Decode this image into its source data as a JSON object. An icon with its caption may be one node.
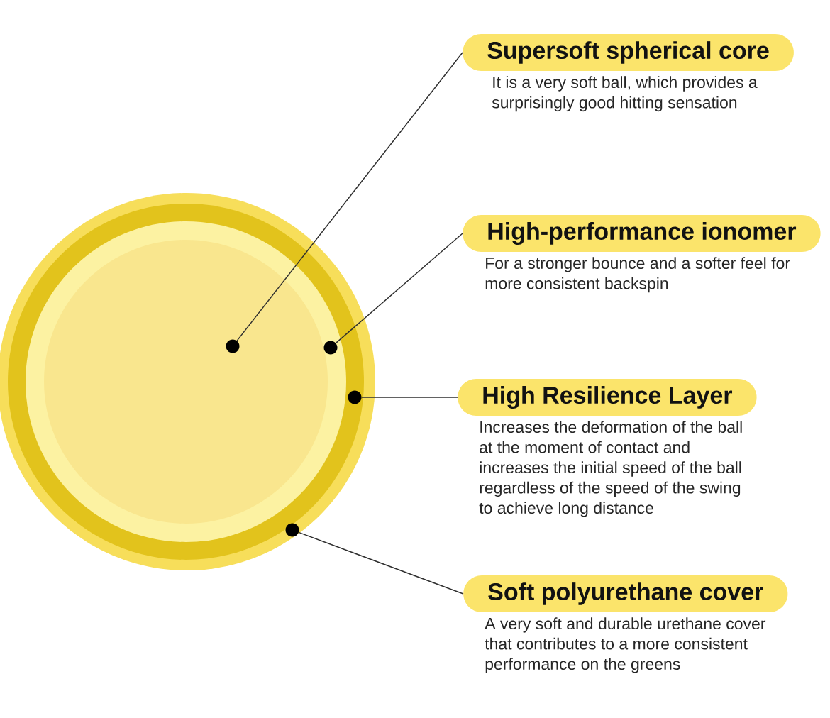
{
  "diagram": {
    "nodes": [
      {
        "text": [
          "Supersoft spherical core",
          "It is a very soft ball, which provides a surprisingly good hitting sensation"
        ]
      },
      {
        "text": [
          "High-performance ionomer",
          "For a stronger bounce and a softer feel for more consistent backspin"
        ]
      },
      {
        "text": [
          "High Resilience Layer",
          "Increases the deformation of the ball at the moment of contact and increases the initial speed of the ball regardless of the speed of the swing to achieve long distance"
        ]
      },
      {
        "text": [
          "Soft polyurethane cover",
          "A very soft and durable urethane cover that contributes to a more consistent performance on the greens"
        ]
      },
      {
        "text": [],
        "shape": "circle"
      },
      {
        "text": [],
        "shape": "circle"
      },
      {
        "text": [],
        "shape": "circle"
      },
      {
        "text": [],
        "shape": "circle"
      }
    ],
    "edges": [
      {
        "from": 0,
        "to": 4,
        "arrow": "none"
      },
      {
        "from": 1,
        "to": 5,
        "arrow": "none"
      },
      {
        "from": 2,
        "to": 6,
        "arrow": "none"
      },
      {
        "from": 3,
        "to": 7,
        "arrow": "none"
      }
    ]
  }
}
